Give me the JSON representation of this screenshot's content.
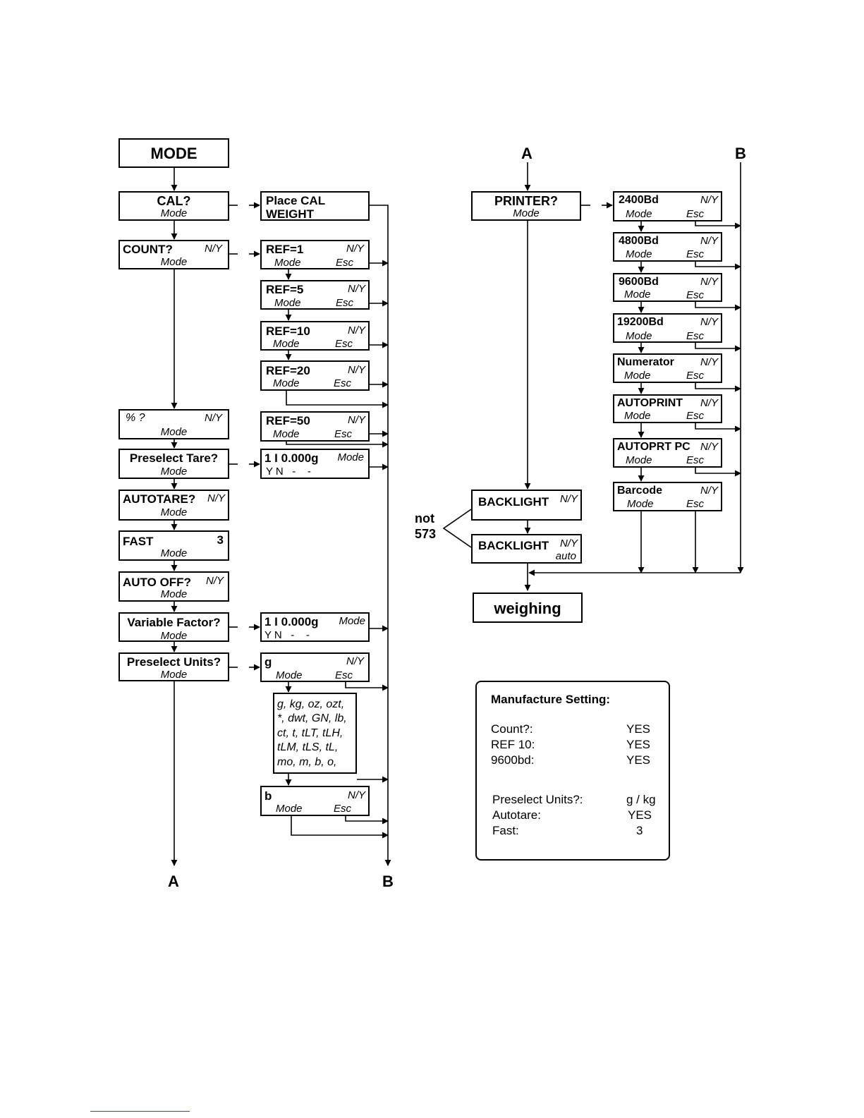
{
  "markers": {
    "a": "A",
    "b": "B"
  },
  "left": {
    "mode": "MODE",
    "cal": {
      "title": "CAL?",
      "mode": "Mode"
    },
    "place_cal": {
      "line1": "Place CAL",
      "line2": "WEIGHT"
    },
    "count": {
      "title": "COUNT?",
      "ny": "N/Y",
      "mode": "Mode"
    },
    "ref1": {
      "title": "REF=1",
      "ny": "N/Y",
      "mode": "Mode",
      "esc": "Esc"
    },
    "ref5": {
      "title": "REF=5",
      "ny": "N/Y",
      "mode": "Mode",
      "esc": "Esc"
    },
    "ref10": {
      "title": "REF=10",
      "ny": "N/Y",
      "mode": "Mode",
      "esc": "Esc"
    },
    "ref20": {
      "title": "REF=20",
      "ny": "N/Y",
      "mode": "Mode",
      "esc": "Esc"
    },
    "ref50": {
      "title": "REF=50",
      "ny": "N/Y",
      "mode": "Mode",
      "esc": "Esc"
    },
    "percent": {
      "title": "% ?",
      "ny": "N/Y",
      "mode": "Mode"
    },
    "preselect_tare": {
      "title": "Preselect Tare?",
      "mode": "Mode"
    },
    "tare_display": {
      "line1": "1  I  0.000g",
      "mode": "Mode",
      "line2": "Y N   -    -"
    },
    "autotare": {
      "title": "AUTOTARE?",
      "ny": "N/Y",
      "mode": "Mode"
    },
    "fast": {
      "title": "FAST",
      "value": "3",
      "mode": "Mode"
    },
    "auto_off": {
      "title": "AUTO OFF?",
      "ny": "N/Y",
      "mode": "Mode"
    },
    "variable_factor": {
      "title": "Variable Factor?",
      "mode": "Mode"
    },
    "vf_display": {
      "line1": "1  I  0.000g",
      "mode": "Mode",
      "line2": "Y N   -    -"
    },
    "preselect_units": {
      "title": "Preselect Units?",
      "mode": "Mode"
    },
    "unit_g": {
      "title": "g",
      "ny": "N/Y",
      "mode": "Mode",
      "esc": "Esc"
    },
    "unit_list": [
      "g, kg, oz, ozt,",
      "*, dwt, GN, lb,",
      "ct, t,  tLT, tLH,",
      "tLM, tLS, tL,",
      "mo, m, b, o,"
    ],
    "unit_b": {
      "title": "b",
      "ny": "N/Y",
      "mode": "Mode",
      "esc": "Esc"
    }
  },
  "right": {
    "printer": {
      "title": "PRINTER?",
      "mode": "Mode"
    },
    "baud_2400": {
      "title": "2400Bd",
      "ny": "N/Y",
      "mode": "Mode",
      "esc": "Esc"
    },
    "baud_4800": {
      "title": "4800Bd",
      "ny": "N/Y",
      "mode": "Mode",
      "esc": "Esc"
    },
    "baud_9600": {
      "title": "9600Bd",
      "ny": "N/Y",
      "mode": "Mode",
      "esc": "Esc"
    },
    "baud_19200": {
      "title": "19200Bd",
      "ny": "N/Y",
      "mode": "Mode",
      "esc": "Esc"
    },
    "numerator": {
      "title": "Numerator",
      "ny": "N/Y",
      "mode": "Mode",
      "esc": "Esc"
    },
    "autoprint": {
      "title": "AUTOPRINT",
      "ny": "N/Y",
      "mode": "Mode",
      "esc": "Esc"
    },
    "autoprt_pc": {
      "title": "AUTOPRT PC",
      "ny": "N/Y",
      "mode": "Mode",
      "esc": "Esc"
    },
    "barcode": {
      "title": "Barcode",
      "ny": "N/Y",
      "mode": "Mode",
      "esc": "Esc"
    },
    "backlight1": {
      "title": "BACKLIGHT",
      "ny": "N/Y"
    },
    "backlight2": {
      "title": "BACKLIGHT",
      "ny": "N/Y",
      "sub": "auto"
    },
    "not573": {
      "line1": "not",
      "line2": "573"
    },
    "weighing": "weighing"
  },
  "manufacture": {
    "heading": "Manufacture Setting:",
    "rows1": [
      {
        "label": "Count?:",
        "value": "YES"
      },
      {
        "label": "REF 10:",
        "value": "YES"
      },
      {
        "label": "9600bd:",
        "value": "YES"
      }
    ],
    "rows2": [
      {
        "label": "Preselect Units?:",
        "value": "g / kg"
      },
      {
        "label": "Autotare:",
        "value": "YES"
      },
      {
        "label": "Fast:",
        "value": "3"
      }
    ]
  }
}
